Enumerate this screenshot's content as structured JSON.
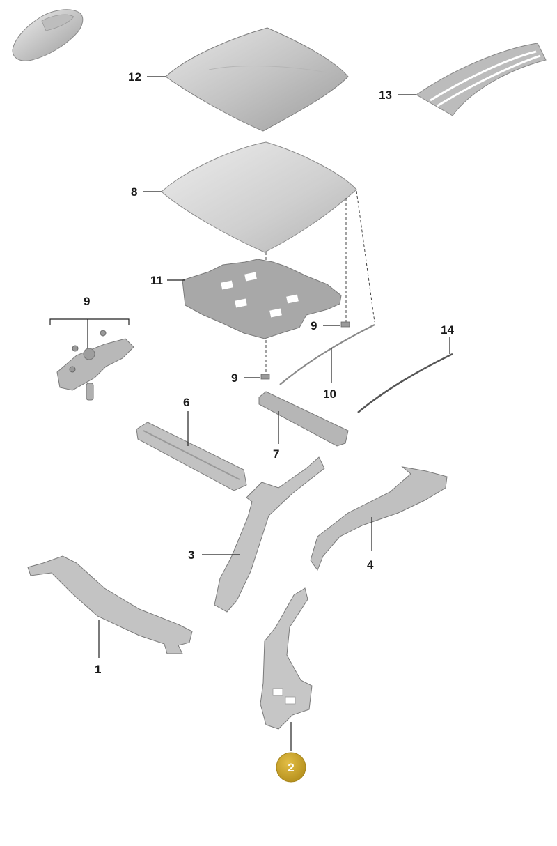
{
  "callouts": {
    "roof_panel": "12",
    "roof_stripe": "13",
    "roof_frame": "8",
    "insulation_mat": "11",
    "bracket_group": "9",
    "clip_right": "9",
    "clip_lower": "9",
    "seal_strip": "10",
    "trim_strip": "14",
    "rear_rail": "6",
    "front_rail": "7",
    "a_pillar": "3",
    "rear_side_rail": "4",
    "windshield_frame": "1",
    "b_pillar_selected": "2"
  },
  "colors": {
    "part_fill": "#c8c8c8",
    "part_shade": "#a9a9a9",
    "highlight_badge": "#c9a227",
    "badge_text": "#ffffff"
  },
  "icons": {
    "thumbnail": "car-silhouette-icon"
  }
}
